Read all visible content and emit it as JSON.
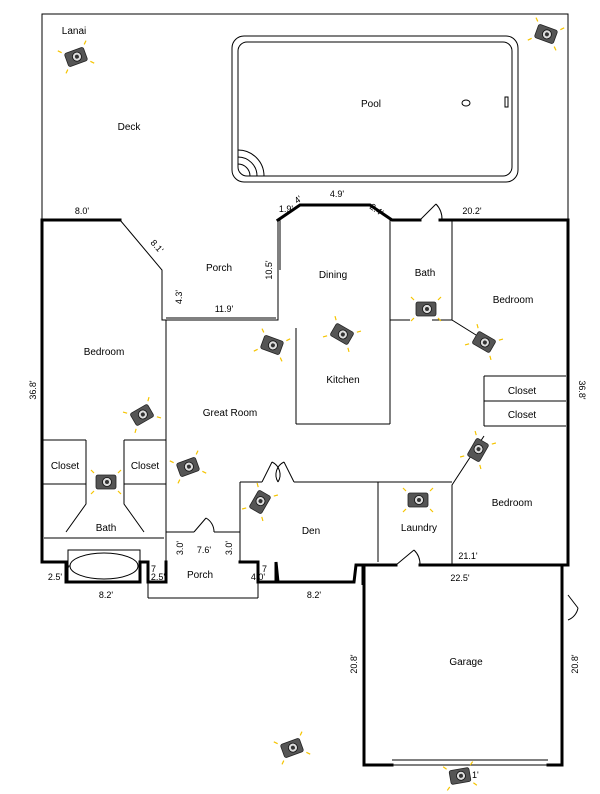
{
  "rooms": {
    "lanai": "Lanai",
    "deck": "Deck",
    "pool": "Pool",
    "porch_back": "Porch",
    "dining": "Dining",
    "kitchen": "Kitchen",
    "bath_upper": "Bath",
    "bedroom_right_upper": "Bedroom",
    "bedroom_left": "Bedroom",
    "great_room": "Great Room",
    "closet_right_1": "Closet",
    "closet_right_2": "Closet",
    "closet_left_1": "Closet",
    "closet_left_2": "Closet",
    "bath_lower": "Bath",
    "den": "Den",
    "laundry": "Laundry",
    "bedroom_right_lower": "Bedroom",
    "porch_front": "Porch",
    "garage": "Garage"
  },
  "dimensions": {
    "d1": "8.0'",
    "d2": "8.1'",
    "d3": "1.9'",
    "d4": "4'",
    "d5": "4.9'",
    "d6": "2.4'",
    "d7": "20.2'",
    "d8": "10.5'",
    "d9": "4.3'",
    "d10": "11.9'",
    "d11": "36.8'",
    "d12": "36.8'",
    "d13": "21.1'",
    "d14": "22.5'",
    "d15": "3.0'",
    "d16": "7.6'",
    "d17": "3.0'",
    "d18": "2.5'",
    "d19": "2.5'",
    "d20": "4.0'",
    "d21": "8.2'",
    "d22": "8.2'",
    "d23": "20.8'",
    "d24": "20.8'",
    "d25": "7",
    "d26": "7",
    "d27": "7",
    "d28": "1'"
  },
  "cameras": [
    {
      "angle": -20
    },
    {
      "angle": 20
    },
    {
      "angle": 0
    },
    {
      "angle": 30
    },
    {
      "angle": 20
    },
    {
      "angle": 30
    },
    {
      "angle": -30
    },
    {
      "angle": -20
    },
    {
      "angle": 0
    },
    {
      "angle": -60
    },
    {
      "angle": 0
    },
    {
      "angle": -60
    },
    {
      "angle": -20
    },
    {
      "angle": -10
    }
  ],
  "colors": {
    "wall": "#000000",
    "camera": "#555555",
    "glint": "#f5c400"
  }
}
